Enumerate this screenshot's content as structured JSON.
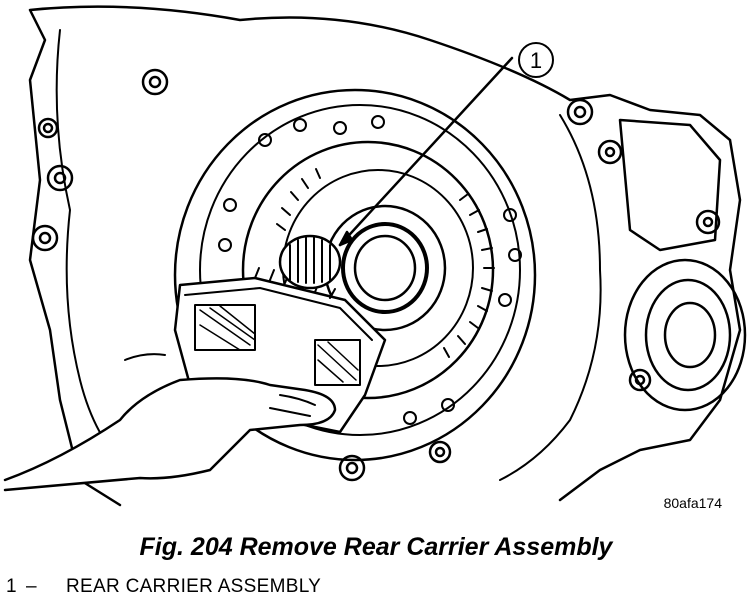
{
  "figure": {
    "callout_number": "1",
    "figure_code": "80afa174",
    "caption": "Fig. 204 Remove Rear Carrier Assembly"
  },
  "legend": [
    {
      "number": "1",
      "separator": "–",
      "label": "REAR CARRIER ASSEMBLY"
    }
  ]
}
